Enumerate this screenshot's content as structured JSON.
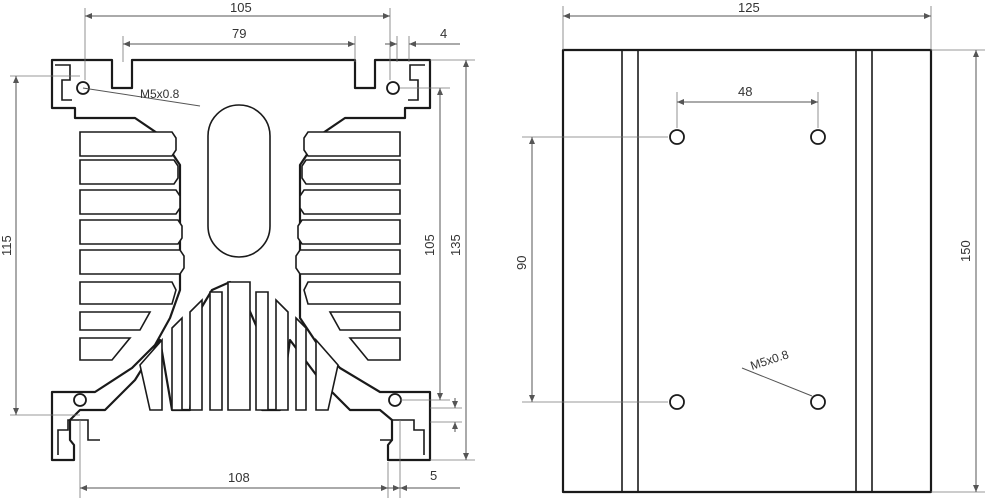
{
  "front_view": {
    "dim_top_width": "105",
    "dim_inner_slot": "79",
    "dim_small_offset": "4",
    "thread_label": "M5x0.8",
    "dim_left_height": "115",
    "dim_inner_height": "105",
    "dim_total_height": "135",
    "dim_bottom_width": "108",
    "dim_bottom_small": "5"
  },
  "side_view": {
    "dim_width": "125",
    "dim_hole_spacing_x": "48",
    "dim_hole_spacing_y": "90",
    "dim_height": "150",
    "thread_label": "M5x0.8"
  }
}
